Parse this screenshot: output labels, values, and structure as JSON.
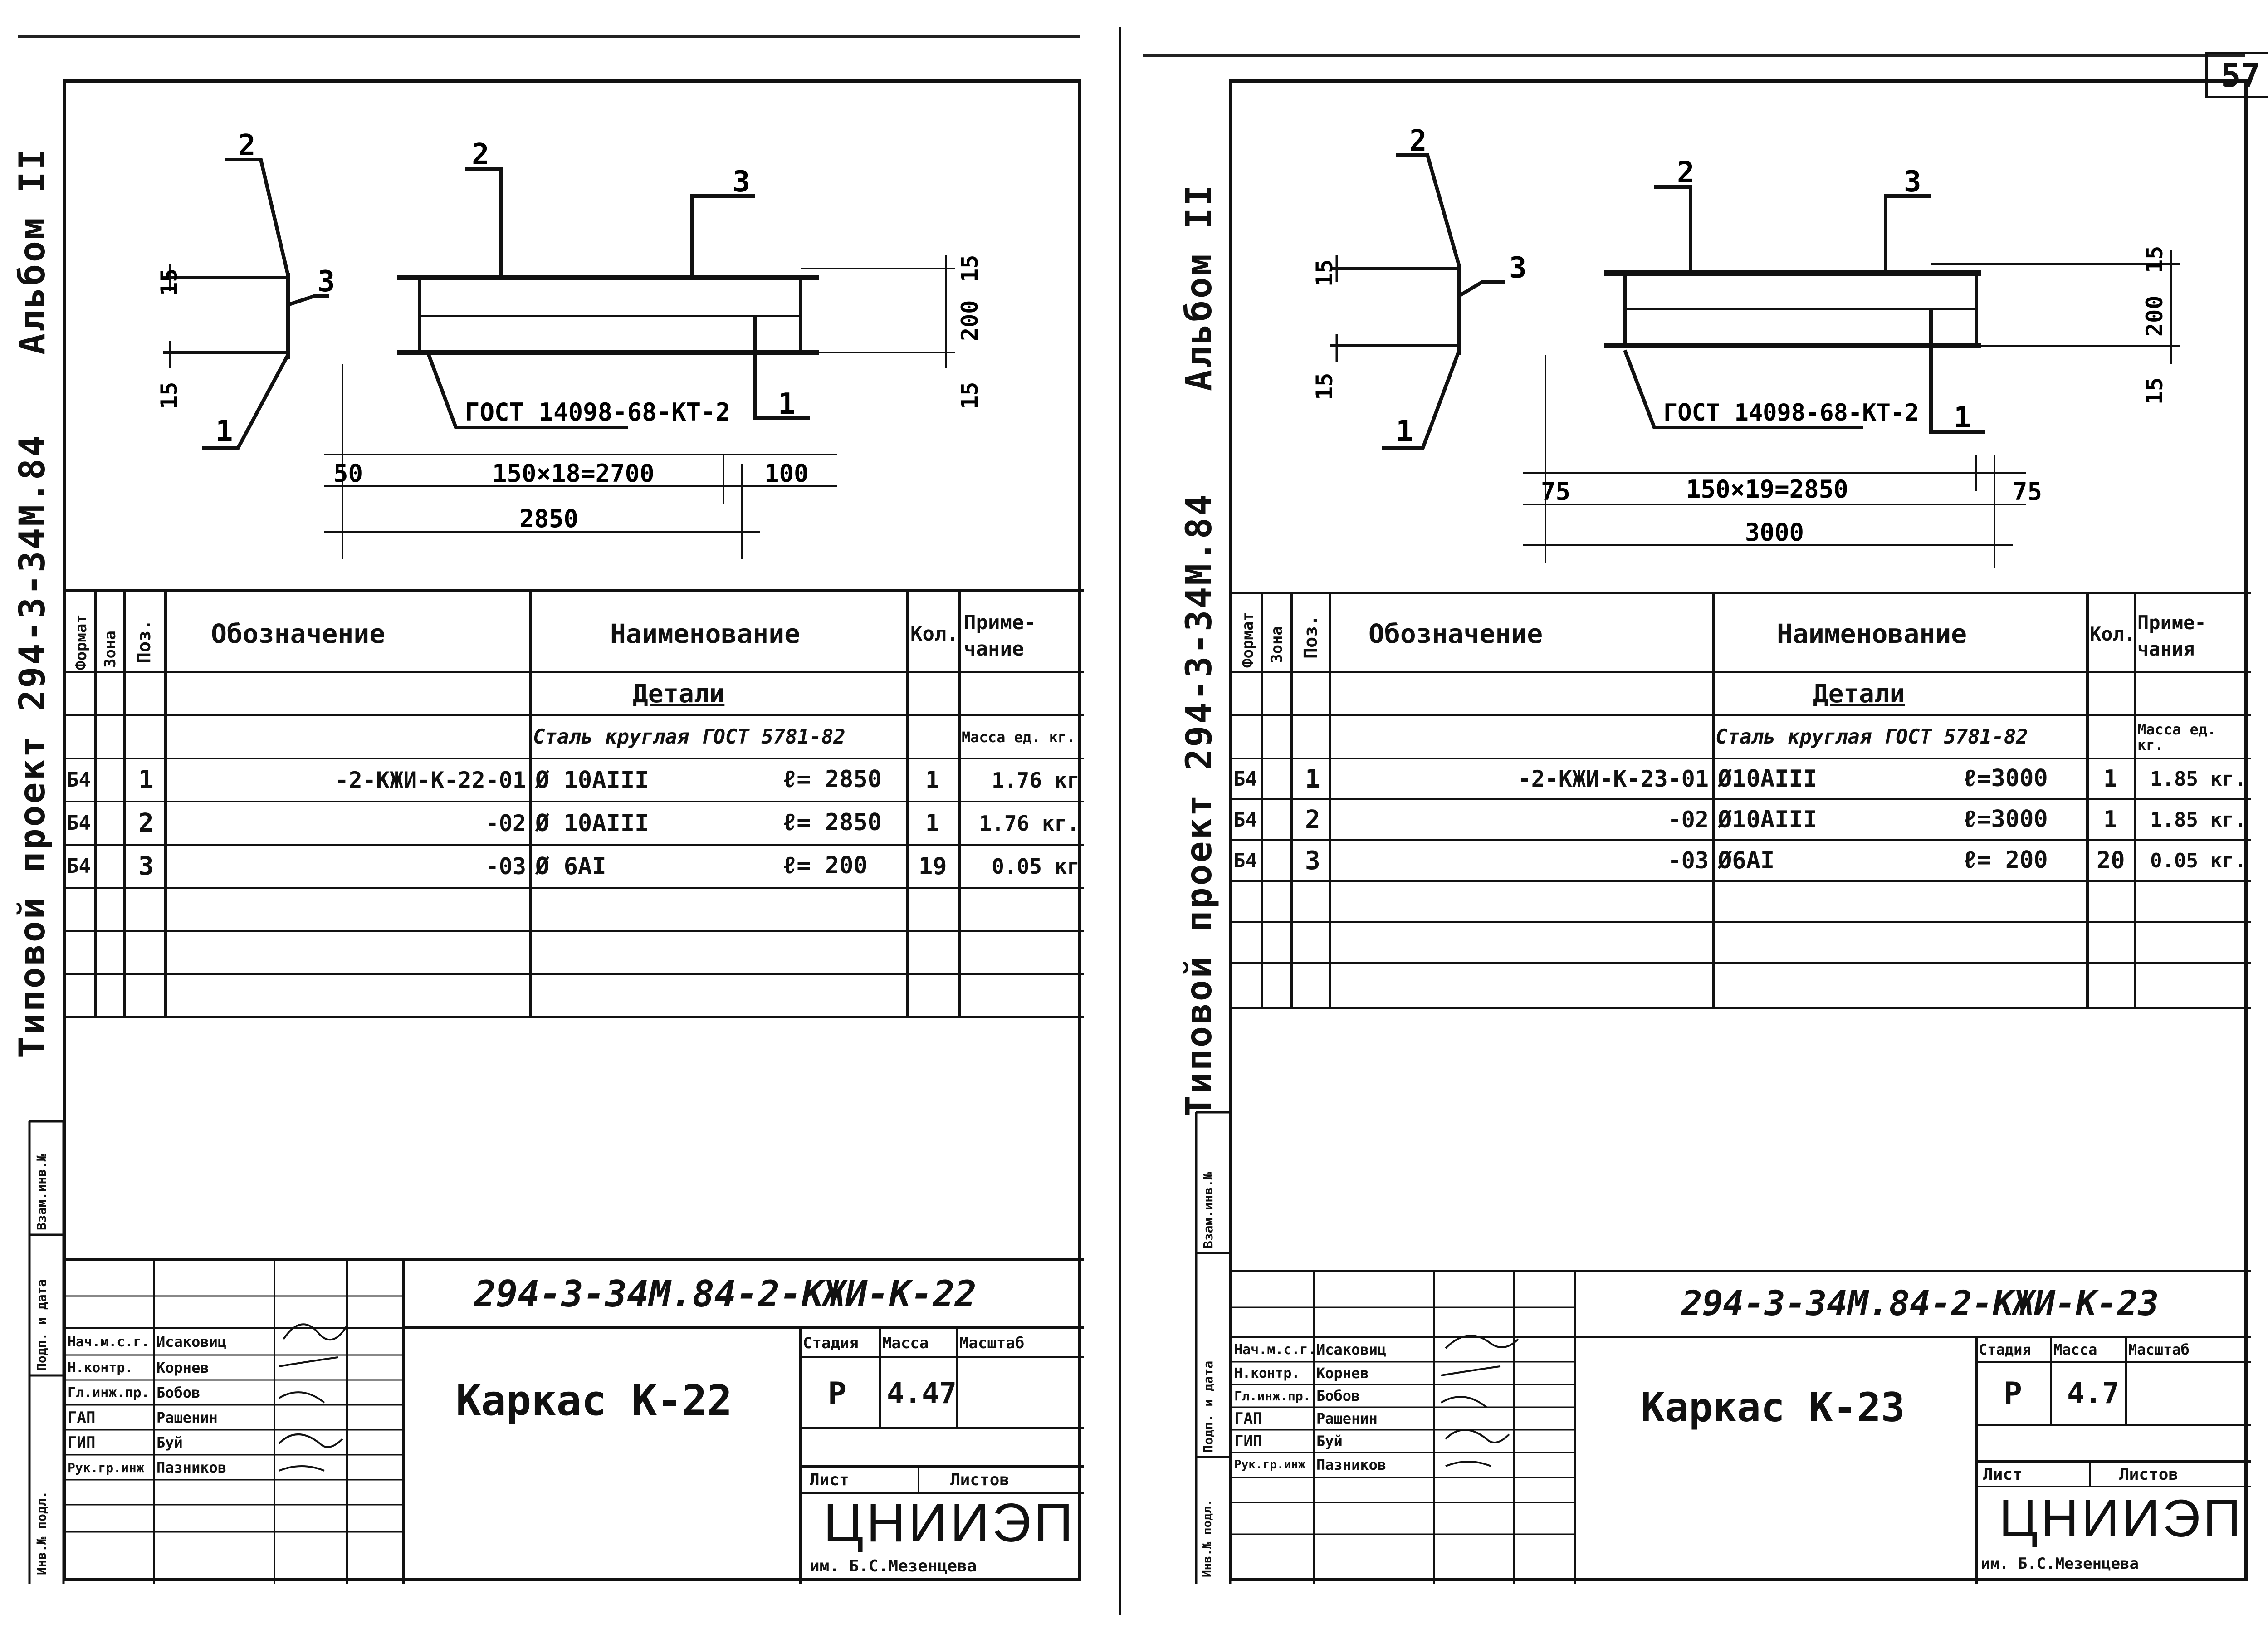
{
  "page_number": "57",
  "sheets": [
    {
      "id": "L",
      "side_label": "Альбом II",
      "side_project": "Типовой проект 294-3-34М.84",
      "drawing": {
        "section_labels": {
          "p2": "2",
          "p3": "3",
          "p1": "1"
        },
        "section_dims": {
          "top": "15",
          "bottom": "15"
        },
        "elev_labels": {
          "p2": "2",
          "p3": "3",
          "p1": "1"
        },
        "gost": "ГОСТ 14098-68-КТ-2",
        "dim_right_top": "15",
        "dim_right_mid": "200",
        "dim_right_bot": "15",
        "dim_left": "50",
        "dim_mid": "150×18=2700",
        "dim_right": "100",
        "dim_total": "2850"
      },
      "spec": {
        "headers": {
          "format": "Формат",
          "zone": "Зона",
          "pos": "Поз.",
          "designation": "Обозначение",
          "name": "Наименование",
          "qty": "Кол.",
          "note": "Приме-чание"
        },
        "section": "Детали",
        "material": "Сталь круглая ГОСТ 5781-82",
        "mass_header": "Масса ед. кг.",
        "rows": [
          {
            "format": "Б4",
            "pos": "1",
            "designation": "-2-КЖИ-К-22-01",
            "name": "Ø 10АIII",
            "length": "ℓ= 2850",
            "qty": "1",
            "note": "1.76 кг"
          },
          {
            "format": "Б4",
            "pos": "2",
            "designation": "-02",
            "name": "Ø 10АIII",
            "length": "ℓ= 2850",
            "qty": "1",
            "note": "1.76 кг."
          },
          {
            "format": "Б4",
            "pos": "3",
            "designation": "-03",
            "name": "Ø 6АI",
            "length": "ℓ= 200",
            "qty": "19",
            "note": "0.05 кг"
          }
        ]
      },
      "stamp": {
        "code": "294-3-34М.84-2-КЖИ-К-22",
        "title": "Каркас К-22",
        "roles": [
          "Нач.м.с.г.",
          "Н.контр.",
          "Гл.инж.пр.",
          "ГАП",
          "ГИП",
          "Рук.гр.инж"
        ],
        "names": [
          "Исаковиц",
          "Корнев",
          "Бобов",
          "Рашенин",
          "Буй",
          "Пазников"
        ],
        "stage_header": "Стадия",
        "mass_header": "Масса",
        "scale_header": "Масштаб",
        "stage": "Р",
        "mass": "4.47",
        "sheet_header": "Лист",
        "sheets_header": "Листов",
        "org": "ЦНИИЭП",
        "org_sub": "им. Б.С.Мезенцева",
        "side_fields": [
          "Инв.№ подл.",
          "Подп. и дата",
          "Взам.инв.№"
        ]
      }
    },
    {
      "id": "R",
      "side_label": "Альбом II",
      "side_project": "Типовой проект 294-3-34М.84",
      "drawing": {
        "section_labels": {
          "p2": "2",
          "p3": "3",
          "p1": "1"
        },
        "section_dims": {
          "top": "15",
          "bottom": "15"
        },
        "elev_labels": {
          "p2": "2",
          "p3": "3",
          "p1": "1"
        },
        "gost": "ГОСТ 14098-68-КТ-2",
        "dim_right_top": "15",
        "dim_right_mid": "200",
        "dim_right_bot": "15",
        "dim_left": "75",
        "dim_mid": "150×19=2850",
        "dim_right": "75",
        "dim_total": "3000"
      },
      "spec": {
        "headers": {
          "format": "Формат",
          "zone": "Зона",
          "pos": "Поз.",
          "designation": "Обозначение",
          "name": "Наименование",
          "qty": "Кол.",
          "note": "Приме-чания"
        },
        "section": "Детали",
        "material": "Сталь круглая ГОСТ 5781-82",
        "mass_header": "Масса ед. кг.",
        "rows": [
          {
            "format": "Б4",
            "pos": "1",
            "designation": "-2-КЖИ-К-23-01",
            "name": "Ø10АIII",
            "length": "ℓ=3000",
            "qty": "1",
            "note": "1.85 кг."
          },
          {
            "format": "Б4",
            "pos": "2",
            "designation": "-02",
            "name": "Ø10АIII",
            "length": "ℓ=3000",
            "qty": "1",
            "note": "1.85 кг."
          },
          {
            "format": "Б4",
            "pos": "3",
            "designation": "-03",
            "name": "Ø6АI",
            "length": "ℓ= 200",
            "qty": "20",
            "note": "0.05 кг."
          }
        ]
      },
      "stamp": {
        "code": "294-3-34М.84-2-КЖИ-К-23",
        "title": "Каркас К-23",
        "roles": [
          "Нач.м.с.г.",
          "Н.контр.",
          "Гл.инж.пр.",
          "ГАП",
          "ГИП",
          "Рук.гр.инж"
        ],
        "names": [
          "Исаковиц",
          "Корнев",
          "Бобов",
          "Рашенин",
          "Буй",
          "Пазников"
        ],
        "stage_header": "Стадия",
        "mass_header": "Масса",
        "scale_header": "Масштаб",
        "stage": "Р",
        "mass": "4.7",
        "sheet_header": "Лист",
        "sheets_header": "Листов",
        "org": "ЦНИИЭП",
        "org_sub": "им. Б.С.Мезенцева",
        "side_fields": [
          "Инв.№ подл.",
          "Подп. и дата",
          "Взам.инв.№"
        ]
      }
    }
  ]
}
